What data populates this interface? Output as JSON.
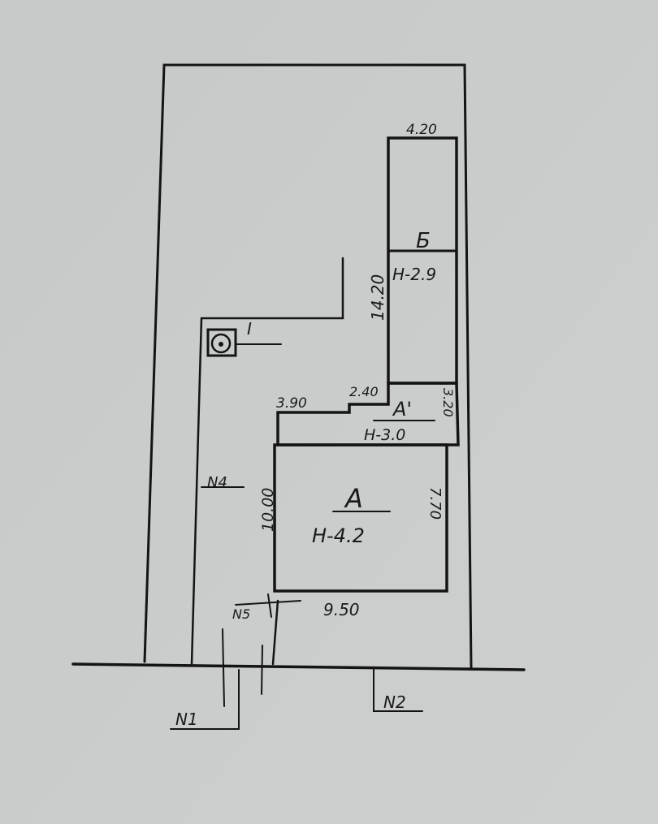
{
  "plan": {
    "buildings": [
      {
        "id": "A",
        "label": "А",
        "height": "Н-4.2"
      },
      {
        "id": "A1",
        "label": "А'",
        "height": "Н-3.0"
      },
      {
        "id": "B",
        "label": "Б",
        "height": "Н-2.9"
      }
    ],
    "dimensions": {
      "b_width": "4.20",
      "b_length": "14.20",
      "a1_step": "2.40",
      "a1_width": "3.90",
      "a1_depth": "3.20",
      "a_length": "10.00",
      "a_depth": "7.70",
      "a_front": "9.50"
    },
    "markers": {
      "n1": "N1",
      "n2": "N2",
      "n4": "N4",
      "n5": "N5",
      "well": "I"
    }
  }
}
